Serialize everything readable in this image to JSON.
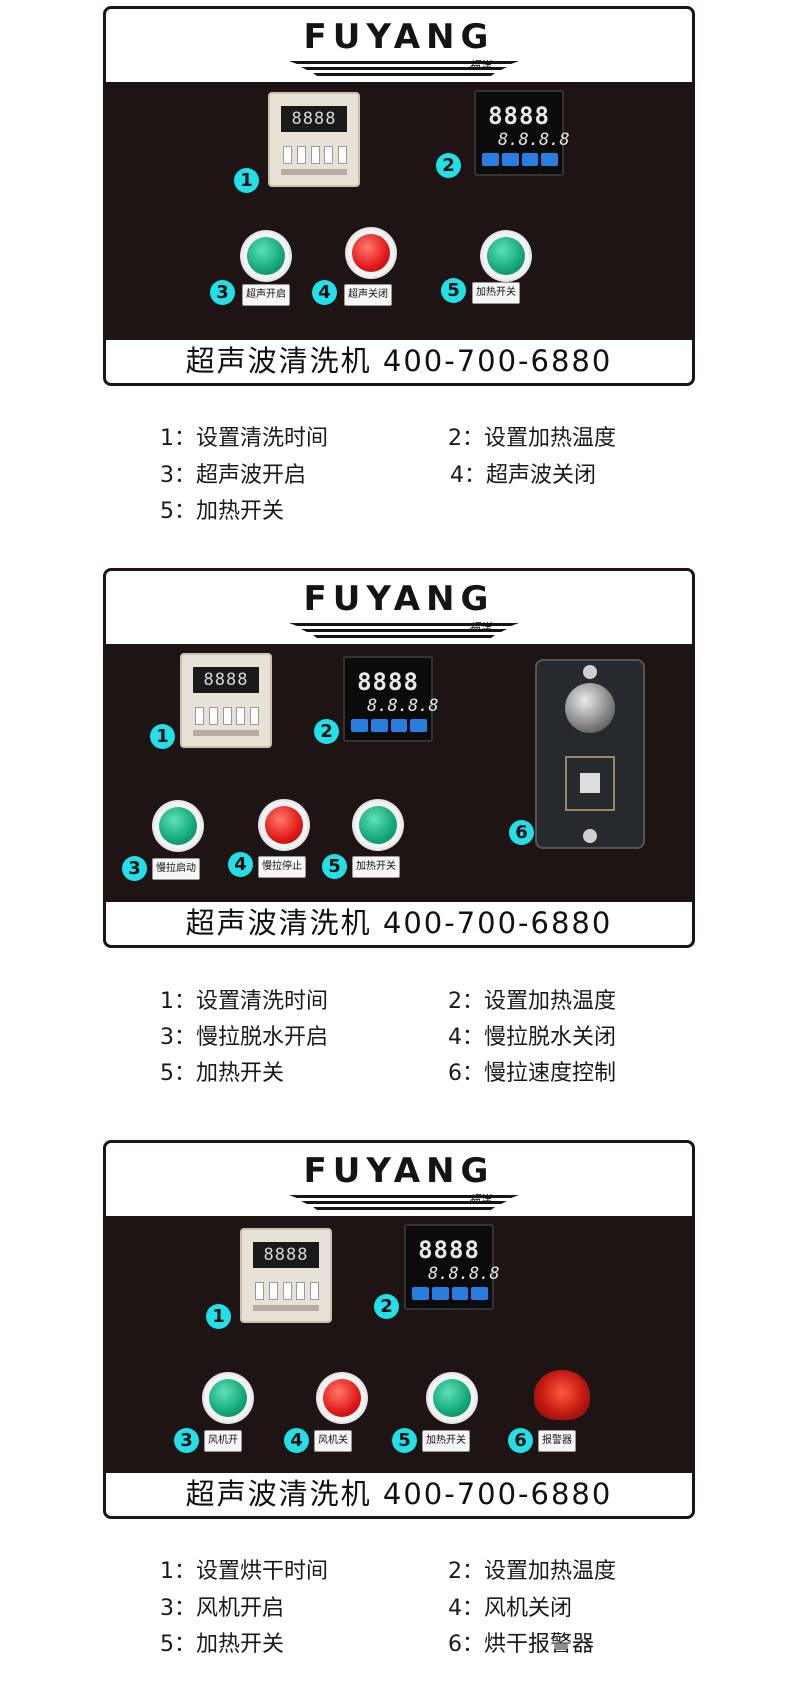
{
  "brand": "FUYANG",
  "brand_cn": "福洋",
  "panels": [
    {
      "footer": "超声波清洗机  400-700-6880",
      "plates": {
        "p3": "超声开启",
        "p4": "超声关闭",
        "p5": "加热开关"
      },
      "legend": [
        "1：设置清洗时间",
        "2：设置加热温度",
        "3：超声波开启",
        "4：超声波关闭",
        "5：加热开关"
      ]
    },
    {
      "footer": "超声波清洗机  400-700-6880",
      "plates": {
        "p3": "慢拉启动",
        "p4": "慢拉停止",
        "p5": "加热开关"
      },
      "legend": [
        "1：设置清洗时间",
        "2：设置加热温度",
        "3：慢拉脱水开启",
        "4：慢拉脱水关闭",
        "5：加热开关",
        "6：慢拉速度控制"
      ]
    },
    {
      "footer": "超声波清洗机  400-700-6880",
      "plates": {
        "p3": "风机开",
        "p4": "风机关",
        "p5": "加热开关",
        "p6": "报警器"
      },
      "legend": [
        "1：设置烘干时间",
        "2：设置加热温度",
        "3：风机开启",
        "4：风机关闭",
        "5：加热开关",
        "6：烘干报警器"
      ]
    }
  ],
  "numbers": [
    "1",
    "2",
    "3",
    "4",
    "5",
    "6"
  ],
  "displays": {
    "timer": "8888",
    "temp_top": "8888",
    "temp_bottom": "8.8.8.8"
  },
  "colors": {
    "panel": "#1e1414",
    "marker": "#22dfe8",
    "green_lamp": "#12a67a",
    "red_lamp": "#e01818"
  }
}
